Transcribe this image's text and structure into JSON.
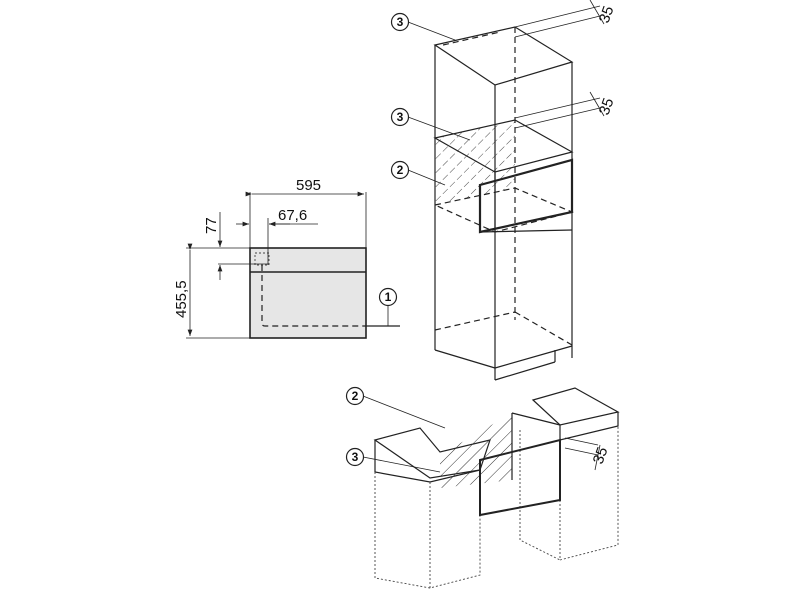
{
  "dimensions": {
    "width": "595",
    "handle_offset": "67,6",
    "panel_height": "77",
    "height": "455,5",
    "vent_top": "35",
    "vent_mid": "35",
    "vent_base": "35"
  },
  "callouts": {
    "oven": "1",
    "niche_tall": "2",
    "shelf_top": "3",
    "shelf_mid": "3",
    "niche_base": "2",
    "worktop_base": "3"
  },
  "colors": {
    "appliance_fill": "#e6e6e6",
    "line": "#222222"
  }
}
